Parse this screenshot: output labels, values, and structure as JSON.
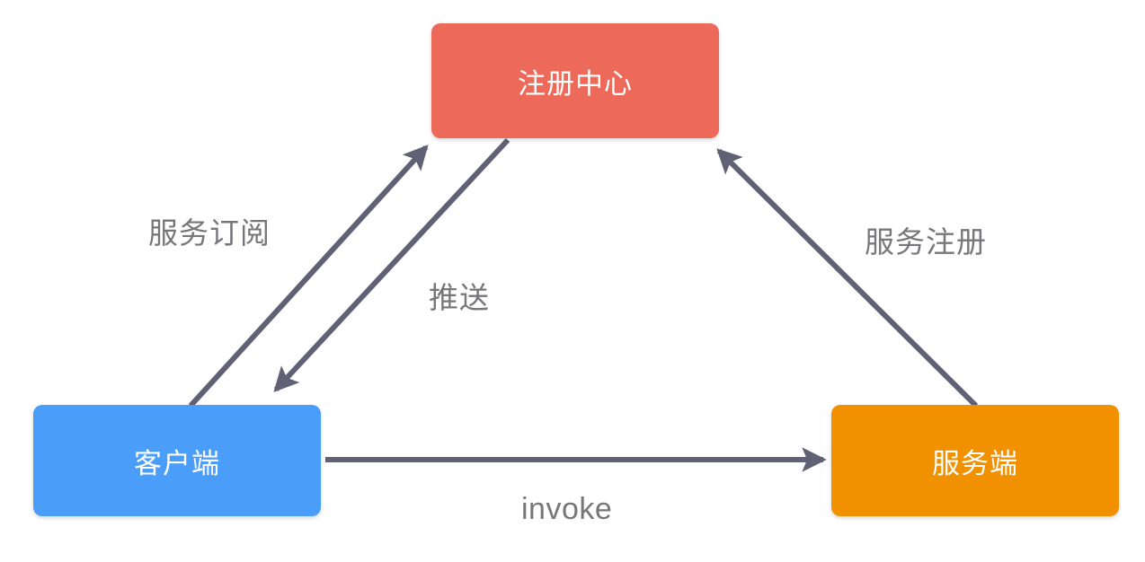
{
  "diagram": {
    "type": "service-registry-architecture",
    "background_color": "#ffffff",
    "nodes": [
      {
        "id": "registry",
        "label": "注册中心",
        "color": "#ed6a5a",
        "text_color": "#ffffff",
        "shape": "rounded-rectangle"
      },
      {
        "id": "client",
        "label": "客户端",
        "color": "#4a9df8",
        "text_color": "#ffffff",
        "shape": "rounded-rectangle"
      },
      {
        "id": "server",
        "label": "服务端",
        "color": "#f29100",
        "text_color": "#ffffff",
        "shape": "rounded-rectangle"
      }
    ],
    "edges": [
      {
        "id": "subscribe",
        "label": "服务订阅",
        "from": "client",
        "to": "registry",
        "color": "#616175"
      },
      {
        "id": "push",
        "label": "推送",
        "from": "registry",
        "to": "client",
        "color": "#616175"
      },
      {
        "id": "register",
        "label": "服务注册",
        "from": "server",
        "to": "registry",
        "color": "#616175"
      },
      {
        "id": "invoke",
        "label": "invoke",
        "from": "client",
        "to": "server",
        "color": "#616175"
      }
    ],
    "edge_label_color": "#77777b",
    "arrow_color": "#616175"
  }
}
